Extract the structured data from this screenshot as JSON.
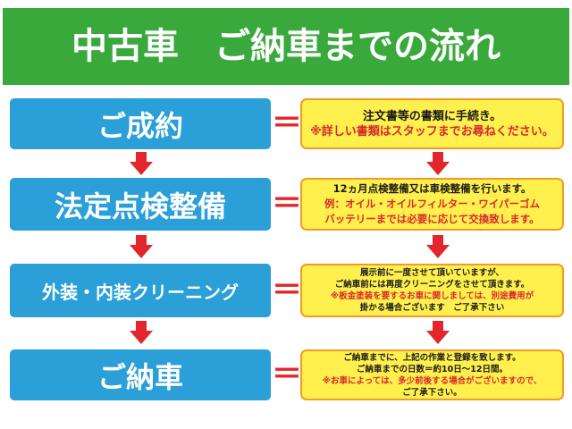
{
  "header": {
    "title": "中古車　ご納車までの流れ"
  },
  "steps": [
    {
      "label": "ご成約",
      "note_lines": [
        {
          "text": "注文書等の書類に手続き。",
          "color": "black"
        },
        {
          "text": "※詳しい書類はスタッフまでお尋ねください。",
          "color": "red"
        }
      ]
    },
    {
      "label": "法定点検整備",
      "note_lines": [
        {
          "text": "12ヵ月点検整備又は車検整備を行います。",
          "color": "black"
        },
        {
          "text": "例：オイル・オイルフィルター・ワイパーゴム",
          "color": "red"
        },
        {
          "text": "バッテリーまでは必要に応じて交換致します。",
          "color": "red"
        }
      ]
    },
    {
      "label": "外装・内装クリーニング",
      "note_lines": [
        {
          "text": "展示前に一度させて頂いていますが、",
          "color": "black"
        },
        {
          "text": "ご納車前には再度クリーニングをさせて頂きます。",
          "color": "black"
        },
        {
          "text": "※板金塗装を要するお車に関しましては、別途費用が",
          "color": "red"
        },
        {
          "text": "掛かる場合ございます　ご了承下さい",
          "color": "red"
        }
      ]
    },
    {
      "label": "ご納車",
      "note_lines": [
        {
          "text": "ご納車までに、上記の作業と登録を致します。",
          "color": "black"
        },
        {
          "text": "ご納車までの日数＝約10日～12日間。",
          "color": "black"
        },
        {
          "text": "※お車によっては、多少前後する場合がございますので、",
          "color": "red"
        },
        {
          "text": "ご了承下さい。",
          "color": "red"
        }
      ]
    }
  ],
  "equals_sign": "＝",
  "colors": {
    "header_bg": "#39a93c",
    "step_bg": "#2a9fd8",
    "note_bg": "#fff04d",
    "note_border": "#f39a24",
    "arrow": "#e3262b",
    "note_text_red": "#d7282e",
    "note_text_black": "#1a1a1a"
  }
}
